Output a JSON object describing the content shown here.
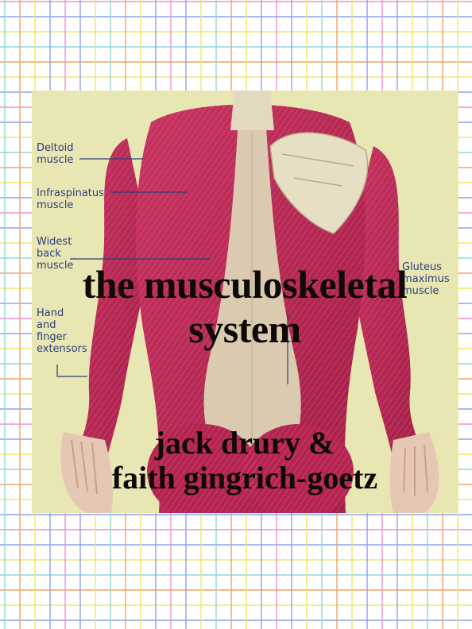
{
  "cover": {
    "title_line_1": "the musculoskeletal",
    "title_line_2": "system",
    "author_line_1": "jack drury &",
    "author_line_2": "faith gingrich-goetz"
  },
  "illustration": {
    "subject": "posterior view of human back muscles",
    "labels": {
      "deltoid": "Deltoid\nmuscle",
      "infraspinatus": "Infraspinatus\nmuscle",
      "widest_back": "Widest\nback\nmuscle",
      "hand_finger": "Hand\nand\nfinger\nextensors",
      "gluteus": "Gluteus\nmaximus\nmuscle"
    }
  },
  "colors": {
    "page_background": "#ffffff",
    "grid_pink": "#f08fd8",
    "grid_blue": "#8fa2f0",
    "grid_yellow": "#f2e66a",
    "grid_teal": "#8fd8d8",
    "grid_orange": "#f2a36a",
    "illustration_background": "#e8e7b4",
    "muscle_red": "#b8254f",
    "title_text": "#0d0a08",
    "label_text": "#2c3e78"
  }
}
